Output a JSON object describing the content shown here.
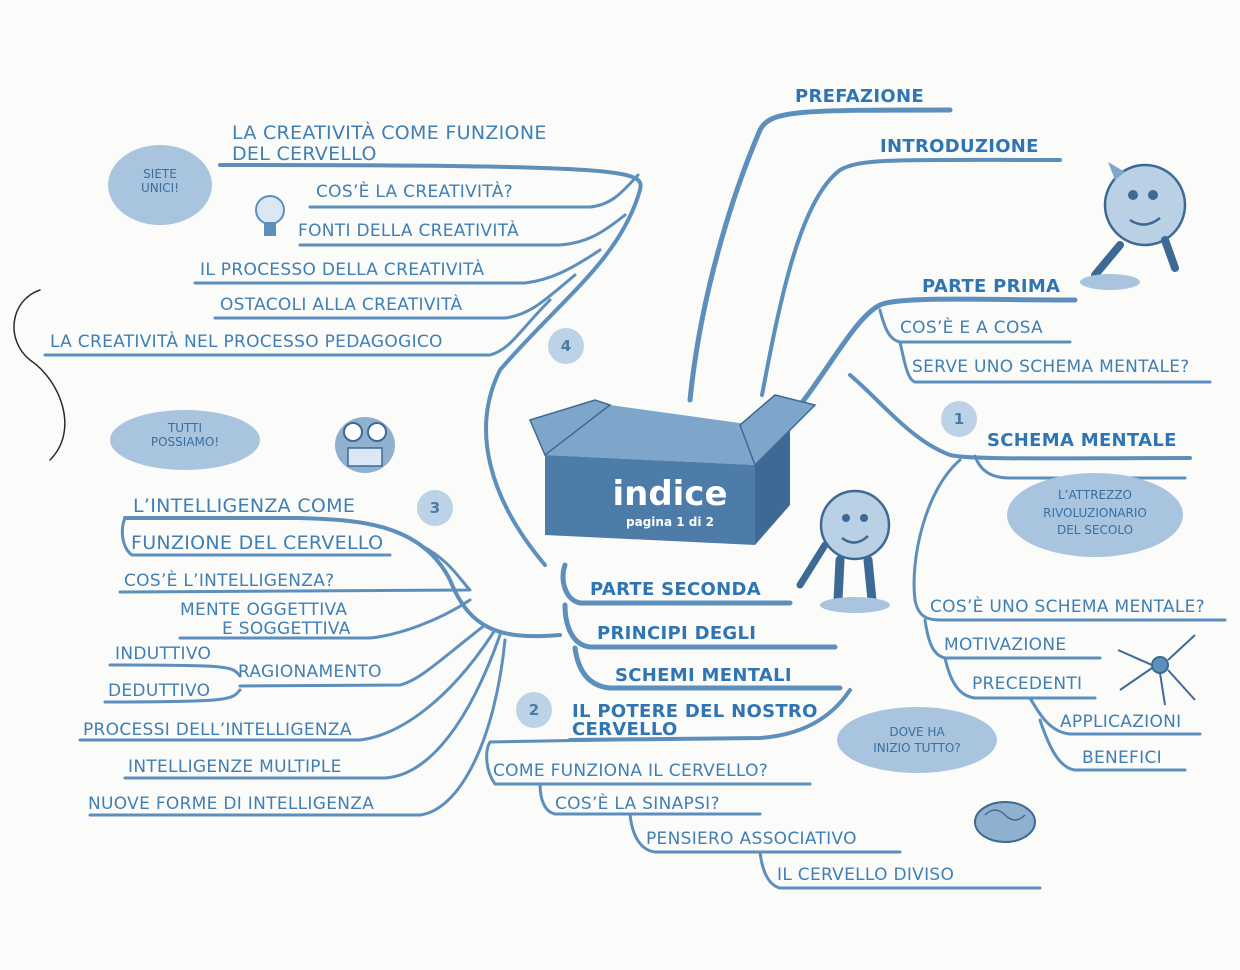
{
  "center": {
    "title": "indice",
    "subtitle": "pagina 1 di 2"
  },
  "prefazione": "PREFAZIONE",
  "introduzione": "INTRODUZIONE",
  "parte_prima": {
    "title": "PARTE PRIMA",
    "line1": "COS’È E A COSA",
    "line2": "SERVE UNO SCHEMA MENTALE?"
  },
  "section1": {
    "number": "1",
    "title": "SCHEMA MENTALE",
    "cloud": [
      "L’ATTREZZO",
      "RIVOLUZIONARIO",
      "DEL SECOLO"
    ],
    "items": [
      "COS’È UNO SCHEMA MENTALE?",
      "MOTIVAZIONE",
      "PRECEDENTI",
      "APPLICAZIONI",
      "BENEFICI"
    ]
  },
  "parte_seconda": {
    "title": "PARTE SECONDA",
    "line1": "PRINCIPI DEGLI",
    "line2": "SCHEMI MENTALI"
  },
  "section2": {
    "number": "2",
    "title": [
      "IL POTERE DEL NOSTRO",
      "CERVELLO"
    ],
    "cloud": [
      "DOVE HA",
      "INIZIO TUTTO?"
    ],
    "items": [
      "COME FUNZIONA IL CERVELLO?",
      "COS’È LA SINAPSI?",
      "PENSIERO ASSOCIATIVO",
      "IL CERVELLO DIVISO"
    ]
  },
  "section3": {
    "number": "3",
    "cloud": [
      "TUTTI",
      "POSSIAMO!"
    ],
    "title": [
      "L’INTELLIGENZA COME",
      "FUNZIONE DEL CERVELLO"
    ],
    "items": [
      "COS’È L’INTELLIGENZA?",
      "MENTE OGGETTIVA",
      "E SOGGETTIVA",
      "RAGIONAMENTO",
      "INDUTTIVO",
      "DEDUTTIVO",
      "PROCESSI DELL’INTELLIGENZA",
      "INTELLIGENZE MULTIPLE",
      "NUOVE FORME DI INTELLIGENZA"
    ]
  },
  "section4": {
    "number": "4",
    "cloud": [
      "SIETE",
      "UNICI!"
    ],
    "title": [
      "LA CREATIVITÀ COME FUNZIONE",
      "DEL CERVELLO"
    ],
    "items": [
      "COS’È LA CREATIVITÀ?",
      "FONTI DELLA CREATIVITÀ",
      "IL PROCESSO DELLA CREATIVITÀ",
      "OSTACOLI ALLA CREATIVITÀ",
      "LA CREATIVITÀ NEL PROCESSO PEDAGOGICO"
    ]
  },
  "colors": {
    "line": "#5d8fbd",
    "text": "#3f7fb5",
    "cloud": "#a8c4df",
    "box_front": "#4d7ca8",
    "box_side": "#3d6a94"
  }
}
